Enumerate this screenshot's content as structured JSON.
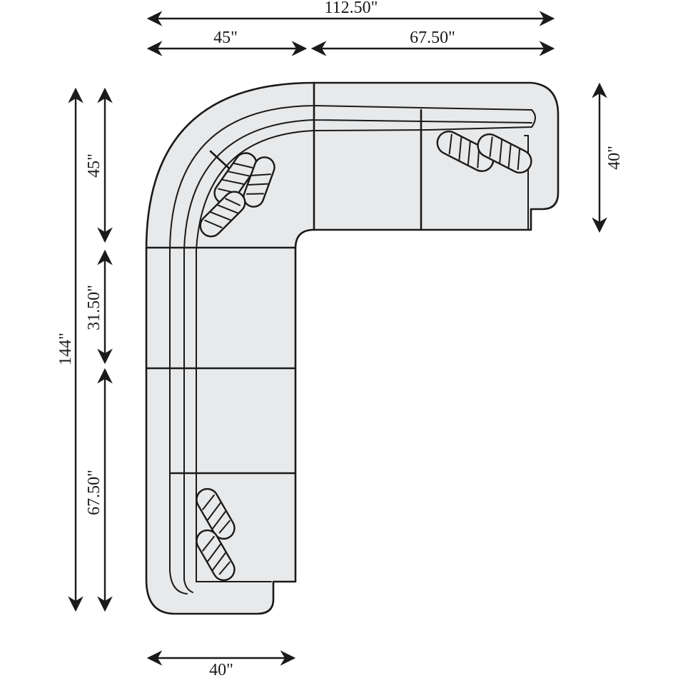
{
  "dimensions": {
    "overall_width": "112.50\"",
    "left_width": "45\"",
    "right_width": "67.50\"",
    "right_depth": "40\"",
    "overall_height": "144\"",
    "left_upper": "45\"",
    "left_middle": "31.50\"",
    "left_lower": "67.50\"",
    "bottom_depth": "40\""
  }
}
